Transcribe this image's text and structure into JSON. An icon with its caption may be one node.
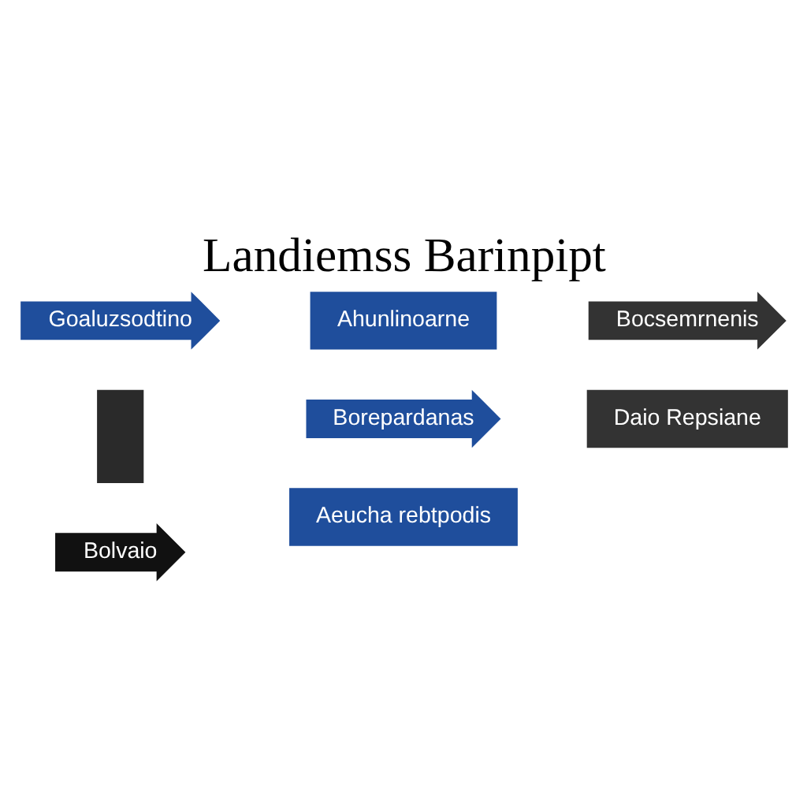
{
  "diagram": {
    "title": "Landiemss Barinpipt",
    "nodes": [
      {
        "text": [
          "Ahunlinoarne"
        ]
      },
      {
        "text": [
          "Goaluzsodtino"
        ]
      },
      {
        "text": [
          "Bocsemrnenis"
        ]
      },
      {
        "text": [
          "Borepardanas"
        ]
      },
      {
        "text": [],
        "shape": "box"
      },
      {
        "text": [
          "Bolvaio"
        ]
      },
      {
        "text": [
          "Daio Repsiane"
        ]
      },
      {
        "text": [
          "Aeucha rebtpodis"
        ]
      }
    ],
    "edges": []
  }
}
